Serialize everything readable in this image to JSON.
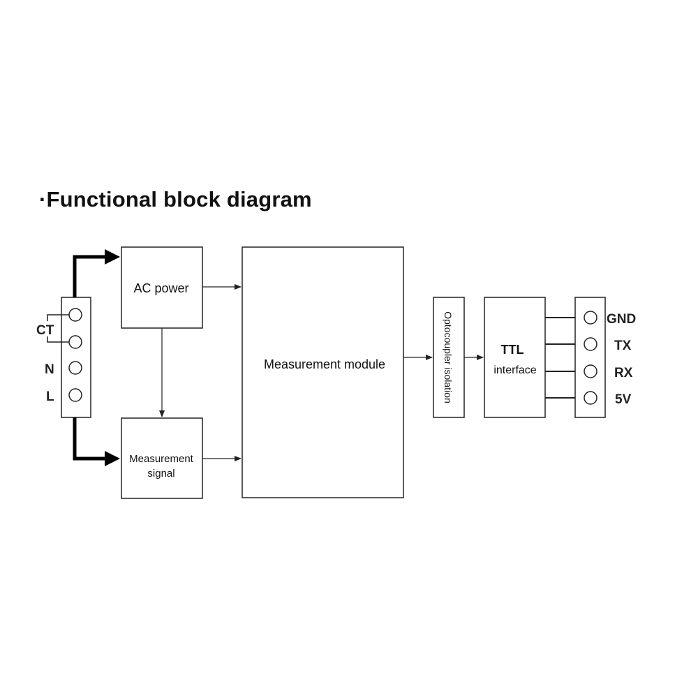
{
  "title": "·Functional block diagram",
  "blocks": {
    "ac_power": "AC power",
    "measurement_signal_line1": "Measurement",
    "measurement_signal_line2": "signal",
    "measurement_module": "Measurement module",
    "optocoupler": "Optocoupler isolation",
    "ttl_line1": "TTL",
    "ttl_line2": "interface"
  },
  "input_terminals": {
    "ct": "CT",
    "n": "N",
    "l": "L"
  },
  "output_terminals": [
    "GND",
    "TX",
    "RX",
    "5V"
  ],
  "colors": {
    "line": "#222222",
    "thick_arrow": "#000000",
    "background": "#ffffff"
  }
}
